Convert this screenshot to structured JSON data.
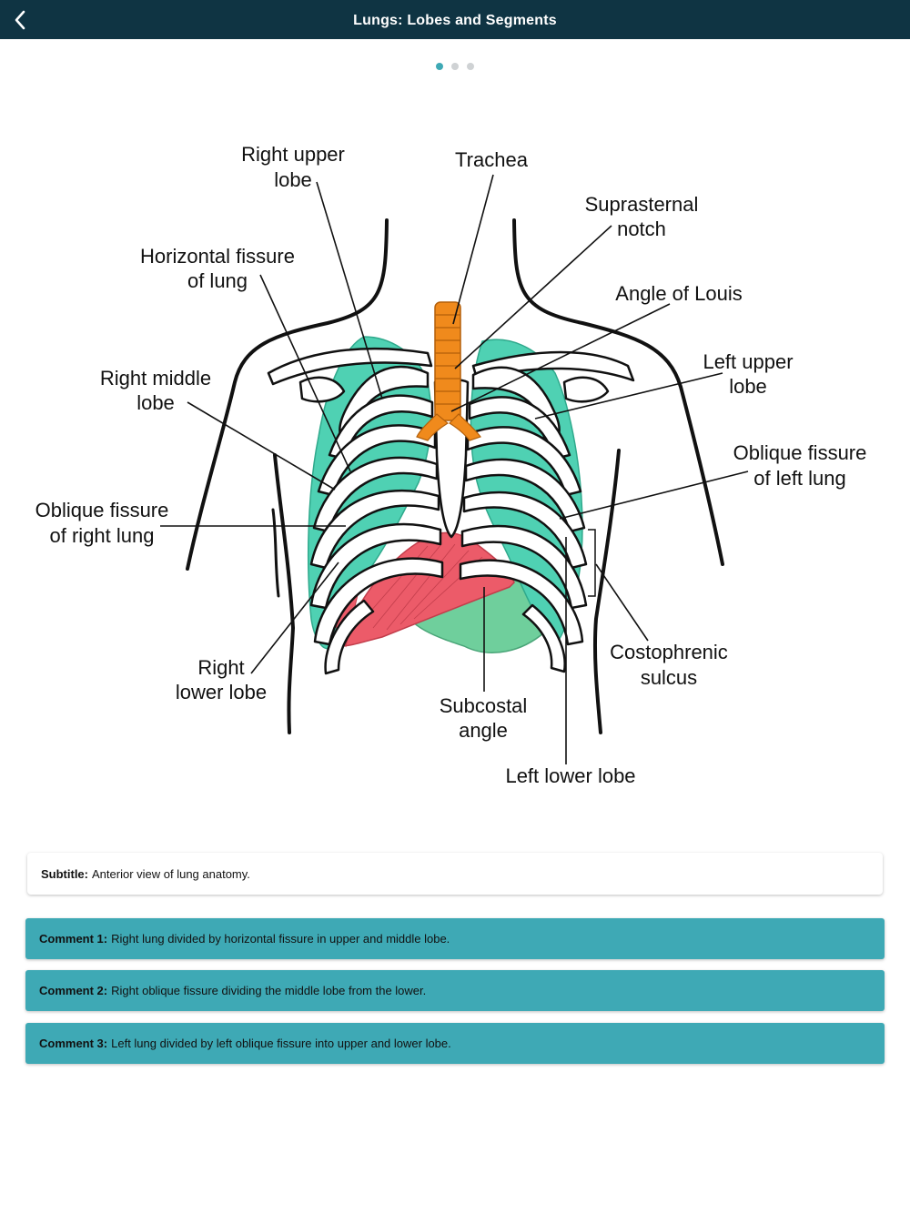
{
  "header": {
    "title": "Lungs: Lobes and Segments",
    "back_icon": "chevron-left-icon"
  },
  "pager": {
    "count": 3,
    "active": 0
  },
  "diagram": {
    "labels": {
      "right_upper_lobe_1": "Right upper",
      "right_upper_lobe_2": "lobe",
      "trachea": "Trachea",
      "suprasternal_notch_1": "Suprasternal",
      "suprasternal_notch_2": "notch",
      "horizontal_fissure_1": "Horizontal fissure",
      "horizontal_fissure_2": "of lung",
      "angle_of_louis": "Angle of Louis",
      "right_middle_lobe_1": "Right middle",
      "right_middle_lobe_2": "lobe",
      "left_upper_lobe_1": "Left upper",
      "left_upper_lobe_2": "lobe",
      "oblique_fissure_left_1": "Oblique fissure",
      "oblique_fissure_left_2": "of left lung",
      "oblique_fissure_right_1": "Oblique fissure",
      "oblique_fissure_right_2": "of right lung",
      "right_lower_lobe_1": "Right",
      "right_lower_lobe_2": "lower lobe",
      "costophrenic_sulcus_1": "Costophrenic",
      "costophrenic_sulcus_2": "sulcus",
      "subcostal_angle_1": "Subcostal",
      "subcostal_angle_2": "angle",
      "left_lower_lobe": "Left lower lobe"
    },
    "colors": {
      "lung": "#4fd1b3",
      "lung_dark": "#2fa98c",
      "trachea": "#f08a1c",
      "diaphragm": "#ec5b69",
      "heart": "#6fcf9c",
      "outline": "#111111"
    }
  },
  "subtitle": {
    "key": "Subtitle:",
    "text": "Anterior view of lung anatomy."
  },
  "comments": [
    {
      "key": "Comment 1:",
      "text": "Right lung divided by horizontal fissure in upper and middle lobe."
    },
    {
      "key": "Comment 2:",
      "text": "Right oblique fissure dividing the middle lobe from the lower."
    },
    {
      "key": "Comment 3:",
      "text": "Left lung divided by left oblique fissure into upper and lower lobe."
    }
  ]
}
